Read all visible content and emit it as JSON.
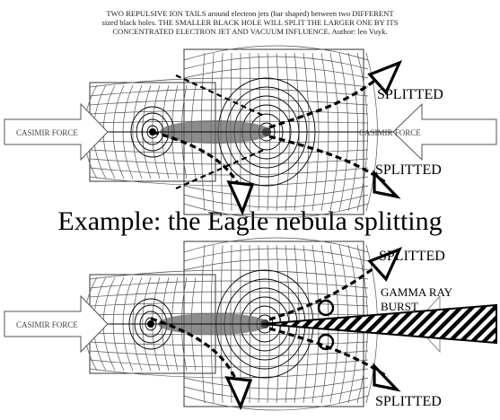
{
  "caption": {
    "line1": "TWO REPULSIVE ION TAILS around electron jets (bar shaped) between two DIFFERENT",
    "line2": "sized black holes. THE SMALLER BLACK HOLE WILL SPLIT THE LARGER ONE BY ITS",
    "line3": "CONCENTRATED ELECTRON JET AND VACUUM INFLUENCE. Author: leo Vuyk."
  },
  "headline": "Example: the Eagle nebula splitting",
  "top_diagram": {
    "left_arrow_label": "CASIMIR FORCE",
    "right_arrow_label": "CASIMIR FORCE",
    "upper_split_label": "SPLITTED",
    "lower_split_label": "SPLITTED"
  },
  "bottom_diagram": {
    "left_arrow_label": "CASIMIR FORCE",
    "upper_split_label": "SPLITTED",
    "lower_split_label": "SPLITTED",
    "burst_label_line1": "GAMMA RAY",
    "burst_label_line2": "BURST"
  },
  "colors": {
    "ink": "#000000",
    "paper": "#ffffff",
    "grid": "#555555",
    "arrow_fill": "#ffffff"
  }
}
